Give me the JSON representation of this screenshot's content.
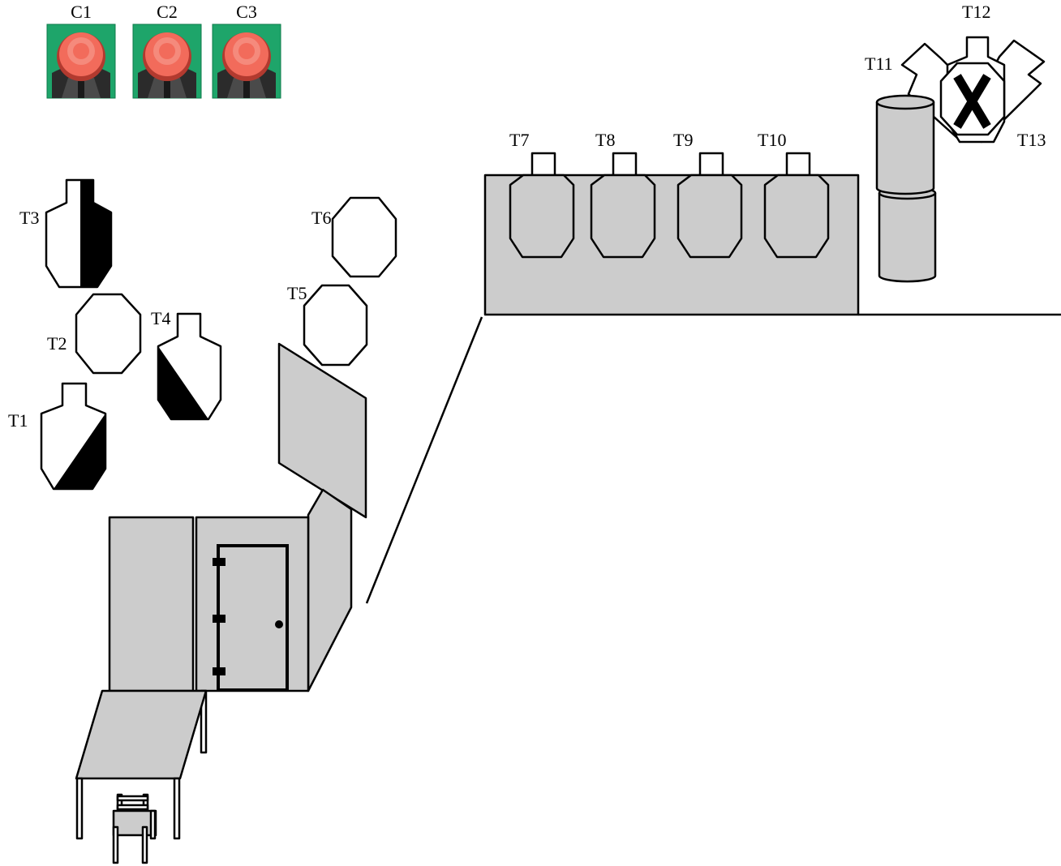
{
  "colors": {
    "prop_fill": "#cccccc",
    "target_fill": "#ffffff",
    "no_shoot_fill": "#000000",
    "popper_plate": "#f26b5b",
    "popper_base": "#1ea56a",
    "popper_stand": "#2b2b2b"
  },
  "icons": {
    "popper": "popper-target-icon",
    "torso": "torso-target-icon",
    "plate": "octagon-plate-icon",
    "no_shoot": "x-mark-icon"
  },
  "poppers": [
    {
      "label": "C1"
    },
    {
      "label": "C2"
    },
    {
      "label": "C3"
    }
  ],
  "targets": {
    "t1": "T1",
    "t2": "T2",
    "t3": "T3",
    "t4": "T4",
    "t5": "T5",
    "t6": "T6",
    "t7": "T7",
    "t8": "T8",
    "t9": "T9",
    "t10": "T10",
    "t11": "T11",
    "t12": "T12",
    "t13": "T13"
  }
}
